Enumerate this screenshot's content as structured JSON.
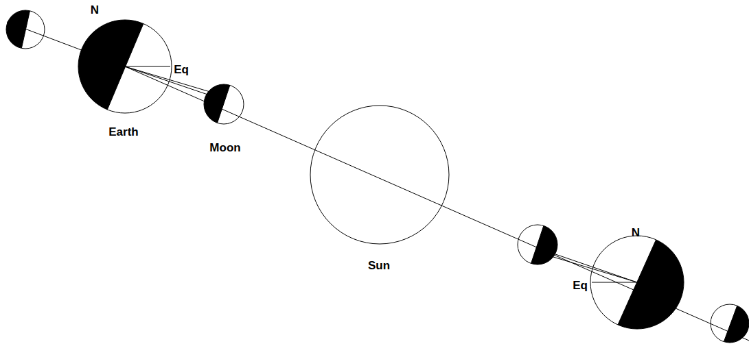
{
  "diagram": {
    "labels": [
      "N",
      "Eq",
      "Earth",
      "Moon",
      "Sun",
      "N",
      "Eq"
    ]
  }
}
